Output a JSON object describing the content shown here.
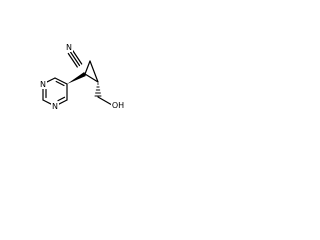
{
  "molecule": {
    "atom_labels": {
      "nitrile_n": "N",
      "pyrimidine_n1": "N",
      "pyrimidine_n3": "N",
      "hydroxyl": "OH"
    },
    "colors": {
      "ink": "#000000",
      "background": "#ffffff"
    }
  }
}
